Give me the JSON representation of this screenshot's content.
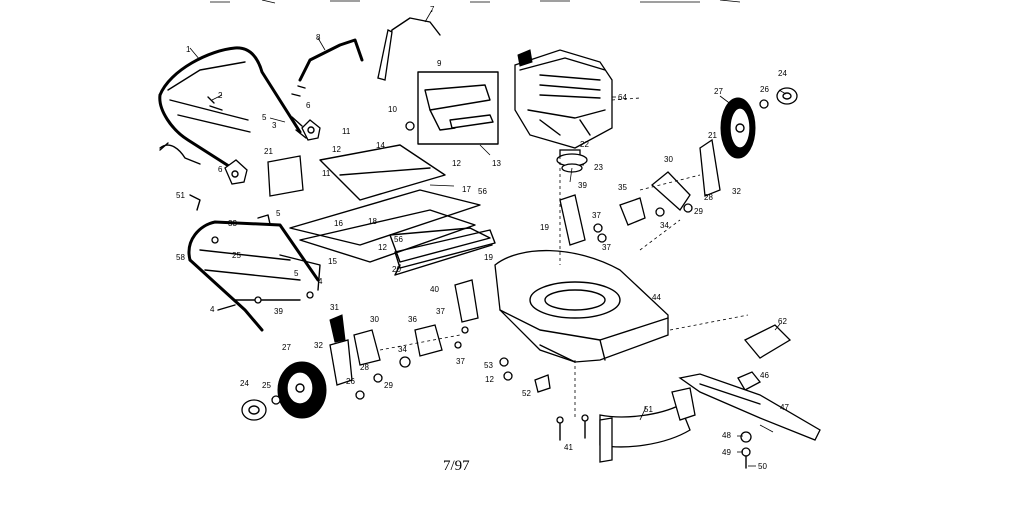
{
  "figure": {
    "date_code": "7/97",
    "callouts": [
      {
        "id": "c1",
        "text": "1"
      },
      {
        "id": "c2",
        "text": "2"
      },
      {
        "id": "c3",
        "text": "3"
      },
      {
        "id": "c5a",
        "text": "5"
      },
      {
        "id": "c6a",
        "text": "6"
      },
      {
        "id": "c6b",
        "text": "6"
      },
      {
        "id": "c7",
        "text": "7"
      },
      {
        "id": "c8",
        "text": "8"
      },
      {
        "id": "c9",
        "text": "9"
      },
      {
        "id": "c10",
        "text": "10"
      },
      {
        "id": "c11a",
        "text": "11"
      },
      {
        "id": "c11b",
        "text": "11"
      },
      {
        "id": "c12a",
        "text": "12"
      },
      {
        "id": "c12b",
        "text": "12"
      },
      {
        "id": "c12c",
        "text": "12"
      },
      {
        "id": "c12d",
        "text": "12"
      },
      {
        "id": "c13",
        "text": "13"
      },
      {
        "id": "c14",
        "text": "14"
      },
      {
        "id": "c15",
        "text": "15"
      },
      {
        "id": "c16",
        "text": "16"
      },
      {
        "id": "c17",
        "text": "17"
      },
      {
        "id": "c18",
        "text": "18"
      },
      {
        "id": "c19a",
        "text": "19"
      },
      {
        "id": "c19b",
        "text": "19"
      },
      {
        "id": "c20",
        "text": "20"
      },
      {
        "id": "c21a",
        "text": "21"
      },
      {
        "id": "c21b",
        "text": "21"
      },
      {
        "id": "c22",
        "text": "22"
      },
      {
        "id": "c23",
        "text": "23"
      },
      {
        "id": "c24a",
        "text": "24"
      },
      {
        "id": "c24b",
        "text": "24"
      },
      {
        "id": "c25a",
        "text": "25"
      },
      {
        "id": "c25b",
        "text": "25"
      },
      {
        "id": "c26a",
        "text": "26"
      },
      {
        "id": "c26b",
        "text": "26"
      },
      {
        "id": "c27a",
        "text": "27"
      },
      {
        "id": "c27b",
        "text": "27"
      },
      {
        "id": "c28",
        "text": "28"
      },
      {
        "id": "c28b",
        "text": "28"
      },
      {
        "id": "c29a",
        "text": "29"
      },
      {
        "id": "c29b",
        "text": "29"
      },
      {
        "id": "c30a",
        "text": "30"
      },
      {
        "id": "c30b",
        "text": "30"
      },
      {
        "id": "c31",
        "text": "31"
      },
      {
        "id": "c32a",
        "text": "32"
      },
      {
        "id": "c32b",
        "text": "32"
      },
      {
        "id": "c33",
        "text": "33"
      },
      {
        "id": "c34a",
        "text": "34"
      },
      {
        "id": "c34b",
        "text": "34"
      },
      {
        "id": "c35",
        "text": "35"
      },
      {
        "id": "c36",
        "text": "36"
      },
      {
        "id": "c37a",
        "text": "37"
      },
      {
        "id": "c37b",
        "text": "37"
      },
      {
        "id": "c37c",
        "text": "37"
      },
      {
        "id": "c37d",
        "text": "37"
      },
      {
        "id": "c39a",
        "text": "39"
      },
      {
        "id": "c39b",
        "text": "39"
      },
      {
        "id": "c40",
        "text": "40"
      },
      {
        "id": "c41",
        "text": "41"
      },
      {
        "id": "c44",
        "text": "44"
      },
      {
        "id": "c46",
        "text": "46"
      },
      {
        "id": "c47",
        "text": "47"
      },
      {
        "id": "c48",
        "text": "48"
      },
      {
        "id": "c49",
        "text": "49"
      },
      {
        "id": "c50",
        "text": "50"
      },
      {
        "id": "c51a",
        "text": "51"
      },
      {
        "id": "c51b",
        "text": "51"
      },
      {
        "id": "c52",
        "text": "52"
      },
      {
        "id": "c53",
        "text": "53"
      },
      {
        "id": "c56a",
        "text": "56"
      },
      {
        "id": "c56b",
        "text": "56"
      },
      {
        "id": "c58",
        "text": "58"
      },
      {
        "id": "c62",
        "text": "62"
      },
      {
        "id": "c64",
        "text": "64"
      },
      {
        "id": "c4a",
        "text": "4"
      },
      {
        "id": "c4b",
        "text": "4"
      },
      {
        "id": "c5b",
        "text": "5"
      },
      {
        "id": "c5c",
        "text": "5"
      }
    ]
  }
}
